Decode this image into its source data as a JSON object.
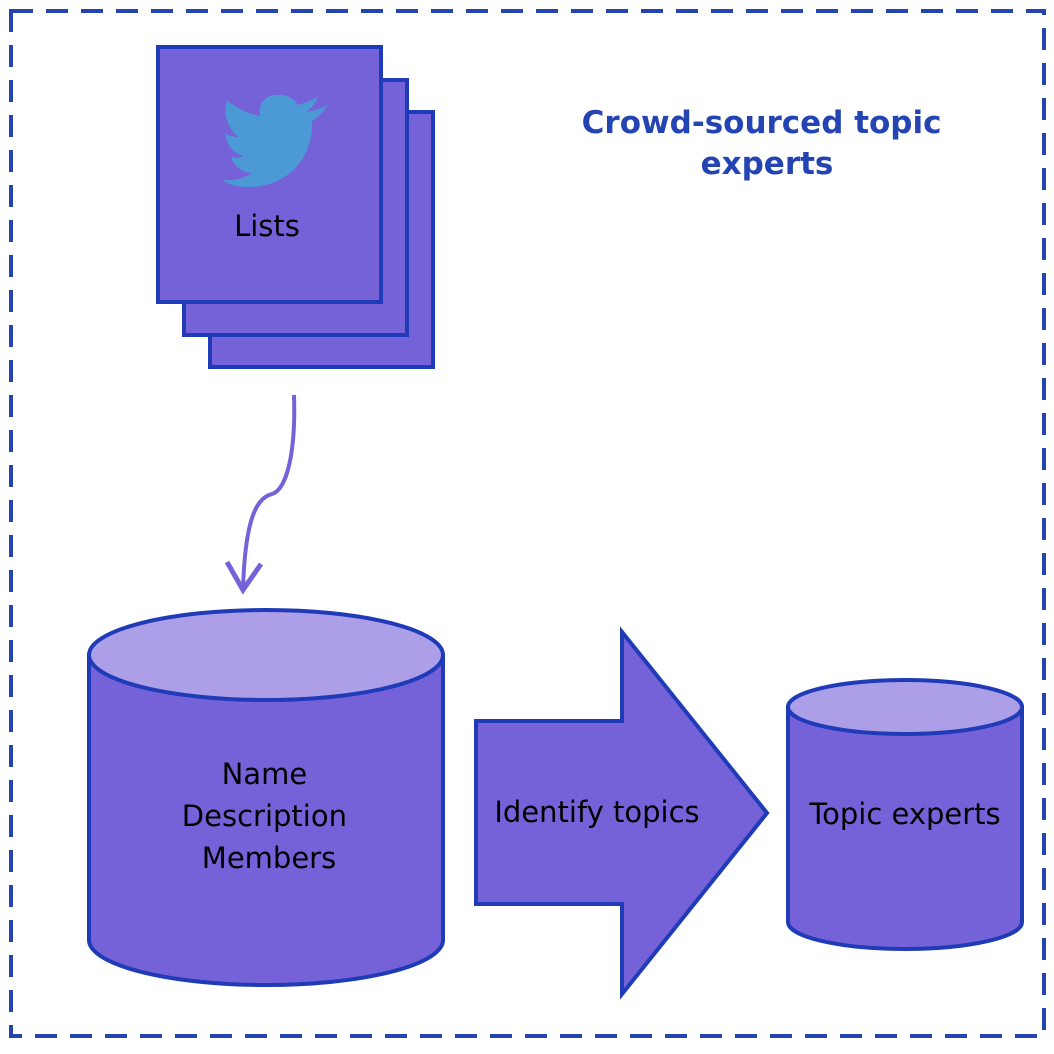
{
  "diagram": {
    "title_lines": [
      "Crowd-sourced topic",
      "experts"
    ],
    "source": {
      "label": "Lists",
      "icon": "twitter-bird-icon"
    },
    "list_store": {
      "lines": [
        "Name",
        "Description",
        "Members"
      ]
    },
    "process": {
      "label": "Identify topics"
    },
    "output_store": {
      "label": "Topic experts"
    }
  },
  "colors": {
    "fill": "#7662D8",
    "fill_top": "#AC9FE8",
    "stroke": "#1F3BB8",
    "frame": "#2444B3",
    "title": "#2444B3",
    "twitter": "#4B9AD6",
    "connector": "#7662D8"
  }
}
